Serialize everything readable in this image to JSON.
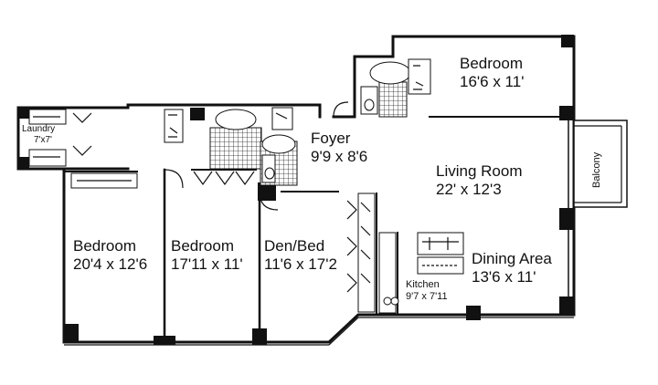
{
  "rooms": {
    "bedroom_top": {
      "name": "Bedroom",
      "dims": "16'6 x 11'"
    },
    "foyer": {
      "name": "Foyer",
      "dims": "9'9 x 8'6"
    },
    "living_room": {
      "name": "Living Room",
      "dims": "22' x 12'3"
    },
    "laundry": {
      "name": "Laundry",
      "dims": "7'x7'"
    },
    "balcony": {
      "name": "Balcony"
    },
    "bedroom_left": {
      "name": "Bedroom",
      "dims": "20'4 x 12'6"
    },
    "bedroom_middle": {
      "name": "Bedroom",
      "dims": "17'11 x 11'"
    },
    "den_bed": {
      "name": "Den/Bed",
      "dims": "11'6 x 17'2"
    },
    "dining_area": {
      "name": "Dining Area",
      "dims": "13'6 x 11'"
    },
    "kitchen": {
      "name": "Kitchen",
      "dims": "9'7 x 7'11"
    }
  }
}
